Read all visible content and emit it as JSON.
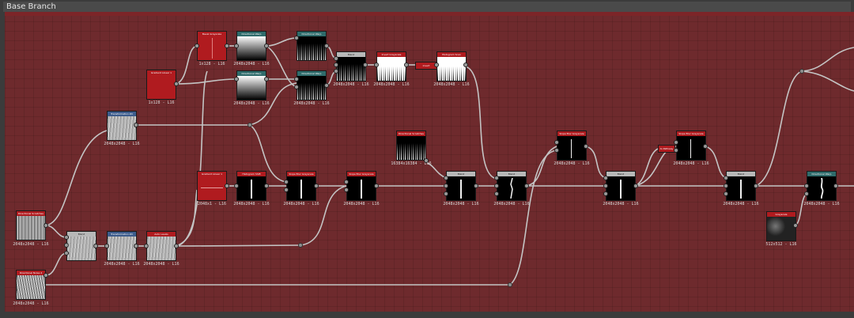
{
  "window": {
    "title": "Base Branch"
  },
  "colors": {
    "canvas": "#6e2a2d",
    "wire": "#b8b8b8",
    "header_red": "#b01b1f",
    "header_blue": "#3d5c8c",
    "header_teal": "#2f6b6b",
    "header_gray": "#b8b8b8"
  },
  "nodes": {
    "n1": {
      "title": "Directional Scratches",
      "caption": "2048x2048 - L16"
    },
    "n2": {
      "title": "Directional Noise 4",
      "caption": "2048x2048 - L16"
    },
    "n3": {
      "title": "Blend",
      "caption": ""
    },
    "n4": {
      "title": "Transformation 2D",
      "caption": "2048x2048 - L16"
    },
    "n5": {
      "title": "Transformation 2D",
      "caption": "2048x2048 - L16"
    },
    "n6": {
      "title": "Auto Levels",
      "caption": "2048x2048 - L16"
    },
    "n7": {
      "title": "Gradient Linear 1",
      "caption": "1x128 - L16"
    },
    "n8": {
      "title": "Bevel Grayscale",
      "caption": "1x128 - L16"
    },
    "n9": {
      "title": "Directional Warp",
      "caption": "2048x2048 - L16"
    },
    "n10": {
      "title": "Directional Warp",
      "caption": "2048x2048 - L16"
    },
    "n11": {
      "title": "Directional Warp",
      "caption": ""
    },
    "n12": {
      "title": "Directional Warp",
      "caption": "2048x2048 - L16"
    },
    "n13": {
      "title": "Blend",
      "caption": "2048x2048 - L16"
    },
    "n14": {
      "title": "Invert Grayscale",
      "caption": "2048x2048 - L16"
    },
    "n15": {
      "title": "invert",
      "caption": ""
    },
    "n16": {
      "title": "Histogram Scan",
      "caption": "2048x2048 - L16"
    },
    "n17": {
      "title": "Gradient Linear 1",
      "caption": "2048x1 - L16"
    },
    "n18": {
      "title": "Histogram Shift",
      "caption": "2048x2048 - L16"
    },
    "n19": {
      "title": "Slope Blur Grayscale",
      "caption": "2048x2048 - L16"
    },
    "n20": {
      "title": "Slope Blur Grayscale",
      "caption": "2048x2048 - L16"
    },
    "n21": {
      "title": "Directional Scratches",
      "caption": "16384x16384 - L16"
    },
    "n22": {
      "title": "Blend",
      "caption": "2048x2048 - L16"
    },
    "n23": {
      "title": "Blend",
      "caption": "2048x2048 - L16"
    },
    "n24": {
      "title": "Slope Blur Grayscale",
      "caption": "2048x2048 - L16"
    },
    "n25": {
      "title": "Blend",
      "caption": "2048x2048 - L16"
    },
    "n26": {
      "title": "Slope Blur Grayscale",
      "caption": "2048x2048 - L16"
    },
    "n27": {
      "title": "Blend",
      "caption": "2048x2048 - L16"
    },
    "n28": {
      "title": "Directional Warp",
      "caption": "2048x2048 - L16"
    },
    "n29": {
      "title": "Grayscale",
      "caption": "512x512 - L16"
    },
    "n30": {
      "title": "to Pathway",
      "caption": ""
    }
  }
}
